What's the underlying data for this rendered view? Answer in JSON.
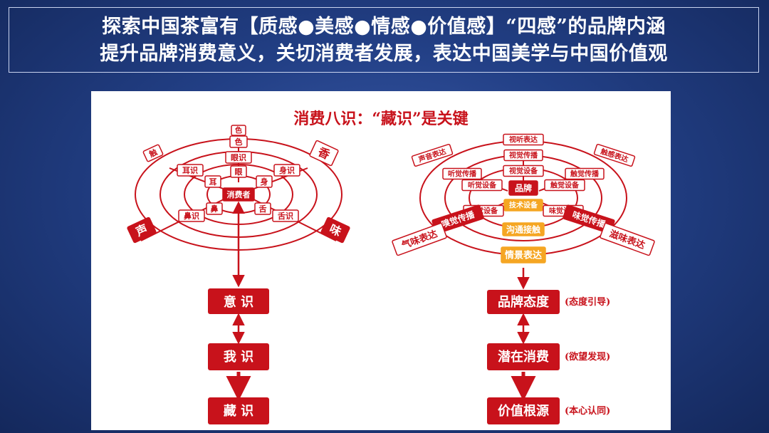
{
  "header": {
    "line1": "探索中国茶富有【质感●美感●情感●价值感】“四感”的品牌内涵",
    "line2": "提升品牌消费意义，关切消费者发展，表达中国美学与中国价值观"
  },
  "diagram": {
    "title": "消费八识：“藏识”是关键",
    "left": {
      "center": "消费者",
      "inner": [
        "眼",
        "身",
        "舌",
        "鼻",
        "耳"
      ],
      "mid": [
        "眼识",
        "身识",
        "舌识",
        "鼻识",
        "耳识"
      ],
      "outer": [
        "色",
        "香",
        "味",
        "声",
        "触"
      ],
      "chain": [
        "意 识",
        "我 识",
        "藏 识"
      ]
    },
    "right": {
      "center": "品牌",
      "core": "技术设备",
      "inner": [
        "视觉设备",
        "触觉设备",
        "味觉设备",
        "嗅觉设备",
        "听觉设备"
      ],
      "mid": [
        "视觉传播",
        "触觉传播",
        "味觉传播",
        "嗅觉传播",
        "听觉传播"
      ],
      "outer": [
        "视听表达",
        "触感表达",
        "滋味表达",
        "气味表达",
        "声音表达"
      ],
      "middle_nodes": [
        "沟通接触",
        "情景表达"
      ],
      "chain": [
        {
          "label": "品牌态度",
          "note": "(态度引导)"
        },
        {
          "label": "潜在消费",
          "note": "(欲望发现)"
        },
        {
          "label": "价值根源",
          "note": "(本心认同)"
        }
      ]
    }
  }
}
